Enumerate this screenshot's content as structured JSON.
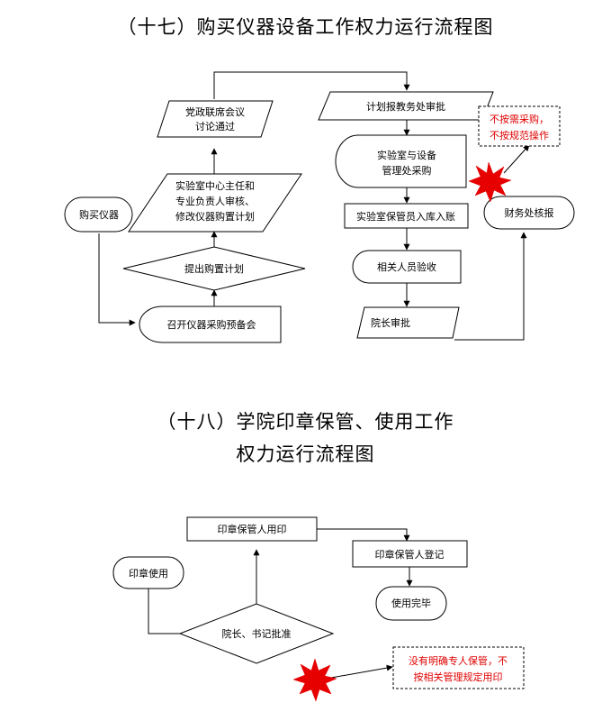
{
  "section17": {
    "title": "（十七）购买仪器设备工作权力运行流程图",
    "nodes": {
      "buy": "购买仪器",
      "meeting": "召开仪器采购预备会",
      "plan": "提出购置计划",
      "review": [
        "实验室中心主任和",
        "专业负责人审核、",
        "修改仪器购置计划"
      ],
      "party": [
        "党政联席会议",
        "讨论通过"
      ],
      "submit": "计划报教务处审批",
      "purchase": [
        "实验室与设备",
        "管理处采购"
      ],
      "storage": "实验室保管员入库入账",
      "inspect": "相关人员验收",
      "president": "院长审批",
      "finance": "财务处核报"
    },
    "risk": [
      "不按需采购，",
      "不按规范操作"
    ]
  },
  "section18": {
    "title_line1": "（十八）学院印章保管、使用工作",
    "title_line2": "权力运行流程图",
    "nodes": {
      "use": "印章使用",
      "approve": "院长、书记批准",
      "keeper_use": "印章保管人用印",
      "register": "印章保管人登记",
      "done": "使用完毕"
    },
    "risk": [
      "没有明确专人保管，不",
      "按相关管理规定用印"
    ]
  },
  "colors": {
    "risk_text": "#e00000",
    "burst": "#e60000",
    "line": "#000000"
  }
}
